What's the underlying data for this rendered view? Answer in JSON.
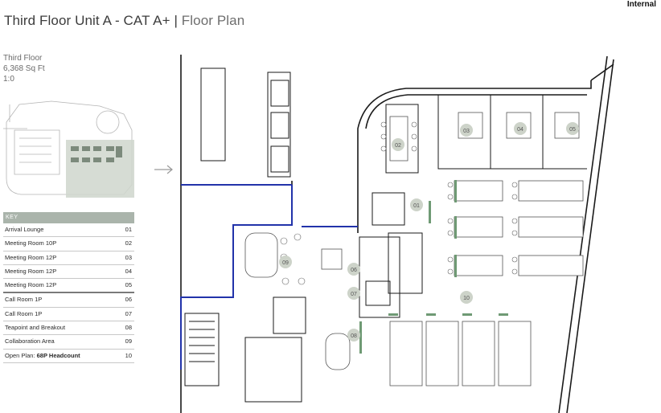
{
  "header": {
    "badge": "Internal",
    "title_main": "Third Floor Unit A - CAT A+",
    "title_sep": " | ",
    "title_sub": "Floor Plan"
  },
  "floor_info": {
    "floor": "Third Floor",
    "area": "6,368 Sq Ft",
    "ratio": "1:0"
  },
  "key": {
    "header": "KEY",
    "items": [
      {
        "label": "Arrival Lounge",
        "num": "01"
      },
      {
        "label": "Meeting Room 10P",
        "num": "02"
      },
      {
        "label": "Meeting Room 12P",
        "num": "03"
      },
      {
        "label": "Meeting Room 12P",
        "num": "04"
      },
      {
        "label": "Meeting Room 12P",
        "num": "05"
      },
      {
        "label": "Call Room 1P",
        "num": "06"
      },
      {
        "label": "Call Room 1P",
        "num": "07"
      },
      {
        "label": "Teapoint and Breakout",
        "num": "08"
      },
      {
        "label": "Collaboration Area",
        "num": "09"
      },
      {
        "label_prefix": "Open Plan: ",
        "label_bold": "68P Headcount",
        "num": "10"
      }
    ]
  },
  "plan_labels": [
    "01",
    "02",
    "03",
    "04",
    "05",
    "06",
    "07",
    "08",
    "09",
    "10"
  ],
  "colors": {
    "accent_wall": "#2233aa",
    "zone_fill": "#cfd6cc",
    "label_bubble": "#cdd3c9",
    "key_header": "#aab4ab"
  }
}
